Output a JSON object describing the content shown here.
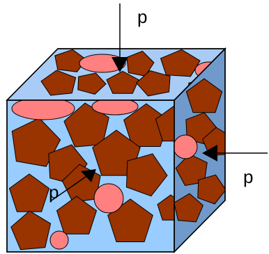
{
  "diagram": {
    "labels": {
      "top": "p",
      "right": "p",
      "front": "p"
    },
    "colors": {
      "front_face": "#99CCFF",
      "top_face": "#A8CCF5",
      "side_face": "#6F9ACB",
      "grain_fill": "#993300",
      "pore_fill": "#FF8080",
      "outline": "#000000",
      "background": "#FFFFFF"
    },
    "shape_names": {
      "grain": "pentagon",
      "pore": "ellipse",
      "load_arrow": "arrow"
    }
  }
}
